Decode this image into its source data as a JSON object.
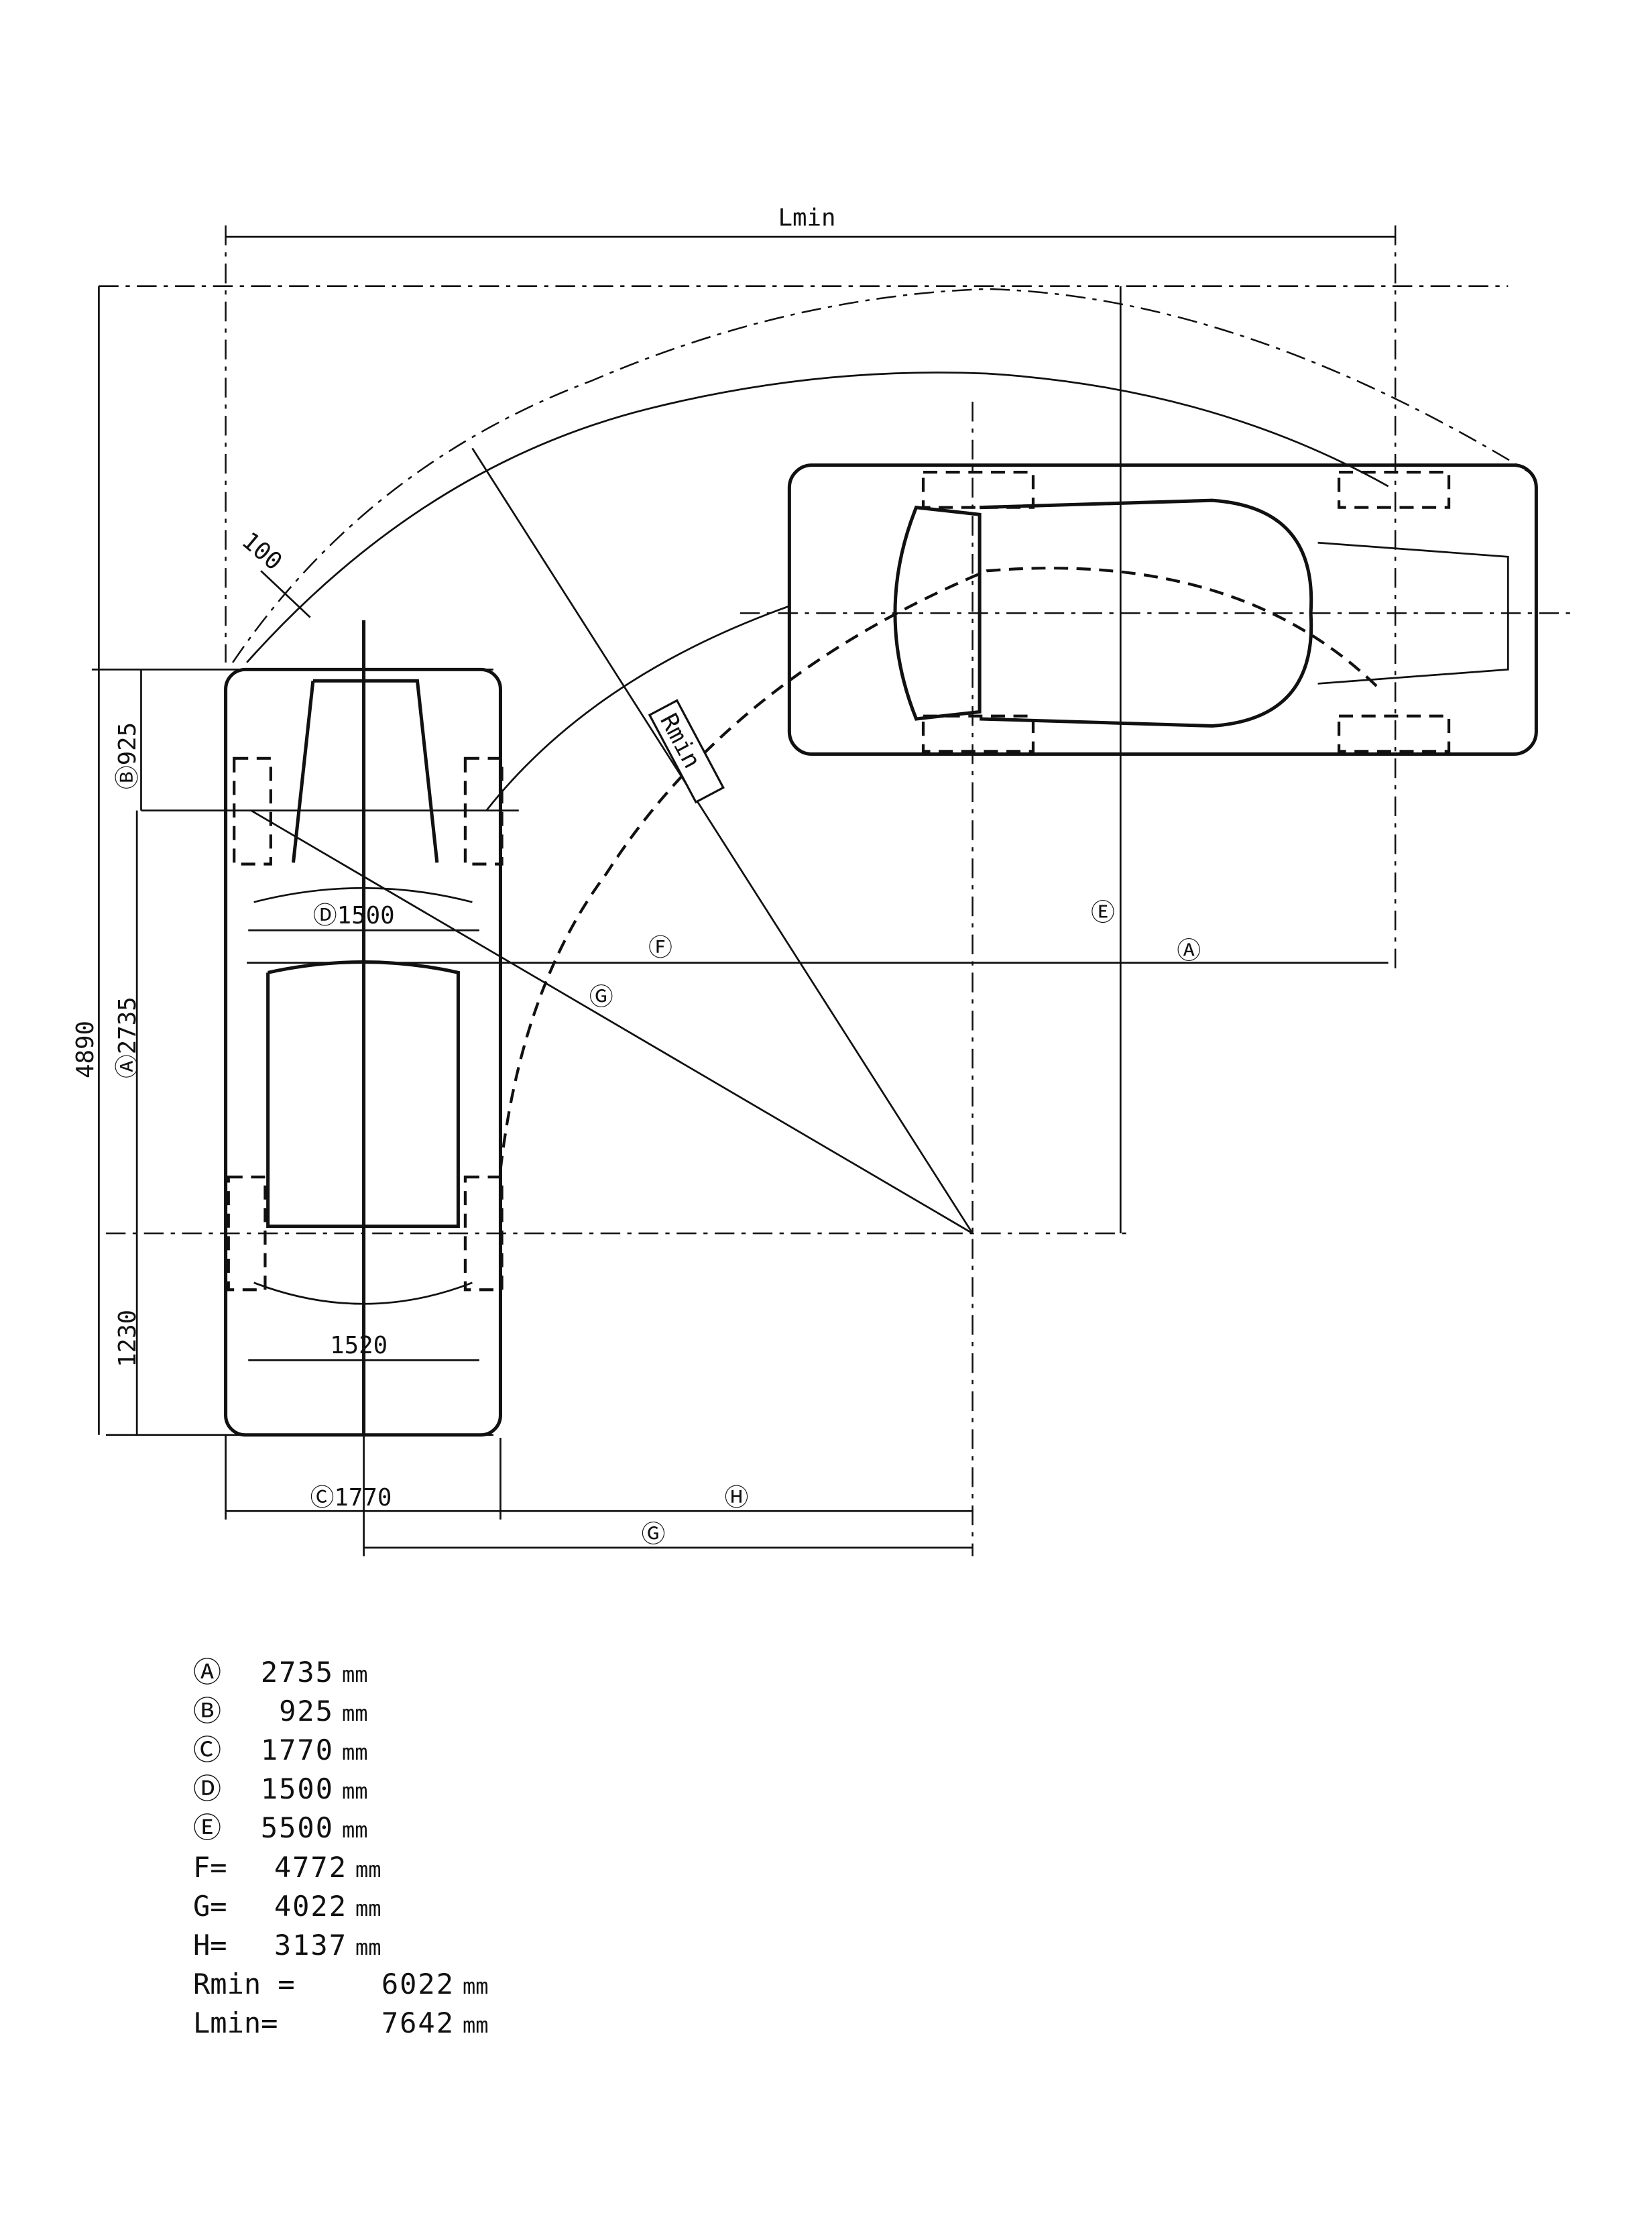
{
  "drawing": {
    "lmin_label": "Lmin",
    "rmin_label": "Rmin",
    "clearance_label": "100",
    "dim_total_length": "4890",
    "dim_b": "Ⓑ925",
    "dim_a": "Ⓐ2735",
    "dim_rear_overhang": "1230",
    "dim_d": "Ⓓ1500",
    "dim_rear_track": "1520",
    "dim_c": "Ⓒ1770",
    "marker_h": "Ⓗ",
    "marker_g_bottom": "Ⓖ",
    "marker_f": "Ⓕ",
    "marker_a": "Ⓐ",
    "marker_e": "Ⓔ",
    "marker_g_diag": "Ⓖ"
  },
  "legend": [
    {
      "key": "Ⓐ",
      "value": "2735",
      "unit": "mm"
    },
    {
      "key": "Ⓑ",
      "value": "925",
      "unit": "mm"
    },
    {
      "key": "Ⓒ",
      "value": "1770",
      "unit": "mm"
    },
    {
      "key": "Ⓓ",
      "value": "1500",
      "unit": "mm"
    },
    {
      "key": "Ⓔ",
      "value": "5500",
      "unit": "mm"
    }
  ],
  "results": [
    {
      "key": "F=",
      "value": "4772",
      "unit": "mm"
    },
    {
      "key": "G=",
      "value": "4022",
      "unit": "mm"
    },
    {
      "key": "H=",
      "value": "3137",
      "unit": "mm"
    },
    {
      "key": "Rmin =",
      "value": "6022",
      "unit": "mm"
    },
    {
      "key": "Lmin=",
      "value": "7642",
      "unit": "mm"
    }
  ]
}
